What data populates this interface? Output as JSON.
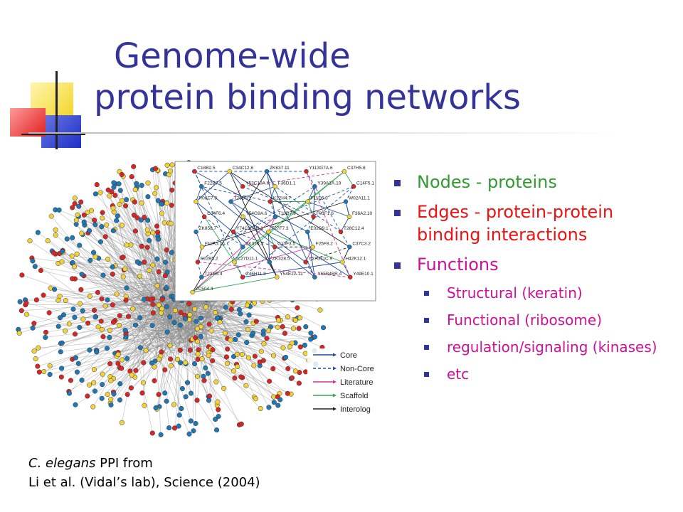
{
  "title": {
    "line1": "Genome-wide",
    "line2": "protein binding networks"
  },
  "bullets": [
    {
      "text": "Nodes - proteins",
      "color": "#339933",
      "level": 1
    },
    {
      "text": "Edges - protein-protein binding interactions",
      "color": "#ee1111",
      "level": 1
    },
    {
      "text": "Functions",
      "color": "#cc1199",
      "level": 1
    },
    {
      "text": "Structural (keratin)",
      "color": "#cc1199",
      "level": 2
    },
    {
      "text": "Functional (ribosome)",
      "color": "#cc1199",
      "level": 2
    },
    {
      "text": "regulation/signaling (kinases)",
      "color": "#cc1199",
      "level": 2
    },
    {
      "text": "etc",
      "color": "#cc1199",
      "level": 2
    }
  ],
  "caption": {
    "species": "C. elegans",
    "line1_rest": " PPI from",
    "line2": "Li et al. (Vidal’s lab), Science (2004)"
  },
  "figure": {
    "legend": [
      {
        "label": "Core",
        "style": "solid",
        "color": "#1f4e9c"
      },
      {
        "label": "Non-Core",
        "style": "dashed",
        "color": "#1f4e9c"
      },
      {
        "label": "Literature",
        "style": "solid",
        "color": "#cc3399"
      },
      {
        "label": "Scaffold",
        "style": "solid",
        "color": "#33aa55"
      },
      {
        "label": "Interolog",
        "style": "solid",
        "color": "#222222"
      }
    ],
    "node_colors": [
      "#d62728",
      "#f2d23a",
      "#1f77b4"
    ],
    "inset_labels": [
      "C18B2.5",
      "C34C12.8",
      "ZK637.11",
      "Y113G7A.6",
      "C37H5.8",
      "F22B7.5",
      "Y53C10A.6",
      "F36D1.1",
      "Y39A1A.19",
      "C14F5.1",
      "R06C7.8",
      "T28D9.1",
      "K12H4.7",
      "F11E6.3",
      "W02A11.1",
      "C34F6.4",
      "Y54G9A.6",
      "T10D7.9",
      "F01F1.6",
      "F36A2.10",
      "ZK858.7",
      "Y74C10AR.1",
      "T27F7.3",
      "E02D9.1",
      "T28C12.4",
      "F11A5.10",
      "ZK370.3",
      "C10F3.5",
      "F25F8.2",
      "C37C3.2",
      "F22B5.2",
      "C27D11.1",
      "ZK328.5",
      "Y57G11C.9",
      "H42K12.1",
      "T23G5.4",
      "C46H11.8",
      "Y54E2A.11",
      "Y65B4BR.4",
      "Y49E10.1",
      "ZC504.4"
    ]
  }
}
